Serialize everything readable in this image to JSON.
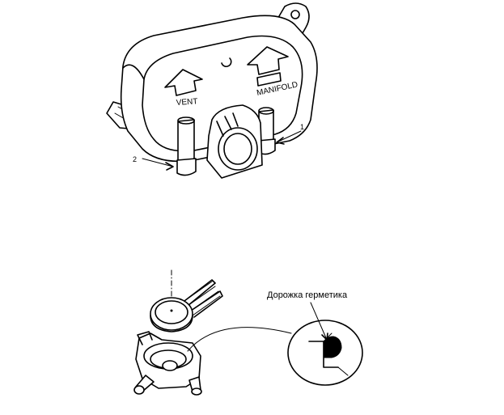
{
  "figure_top": {
    "labels": {
      "vent": "VENT",
      "manifold": "MANIFOLD"
    },
    "callouts": [
      "1",
      "2"
    ]
  },
  "figure_bottom": {
    "sealant_label": "Дорожка герметика"
  }
}
